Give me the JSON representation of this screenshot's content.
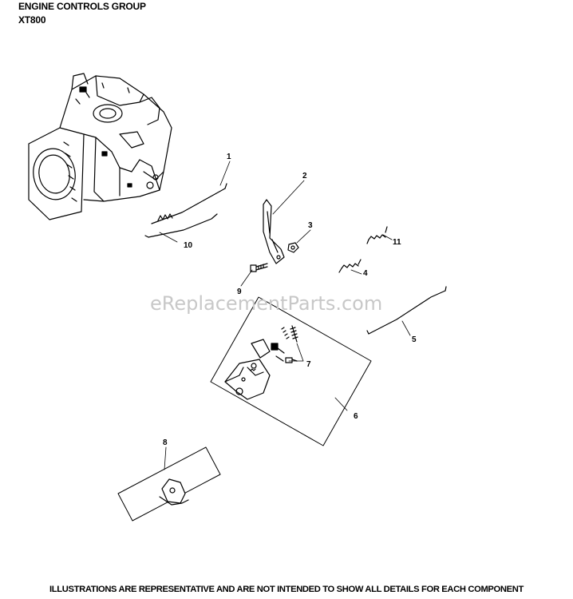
{
  "header": {
    "title": "ENGINE CONTROLS GROUP",
    "model": "XT800"
  },
  "watermark": "eReplacementParts.com",
  "footer": "ILLUSTRATIONS ARE REPRESENTATIVE AND ARE NOT INTENDED TO SHOW ALL DETAILS FOR EACH COMPONENT",
  "callouts": {
    "c1": "1",
    "c2": "2",
    "c3": "3",
    "c4": "4",
    "c5": "5",
    "c6": "6",
    "c7": "7",
    "c8": "8",
    "c9": "9",
    "c10": "10",
    "c11": "11"
  }
}
